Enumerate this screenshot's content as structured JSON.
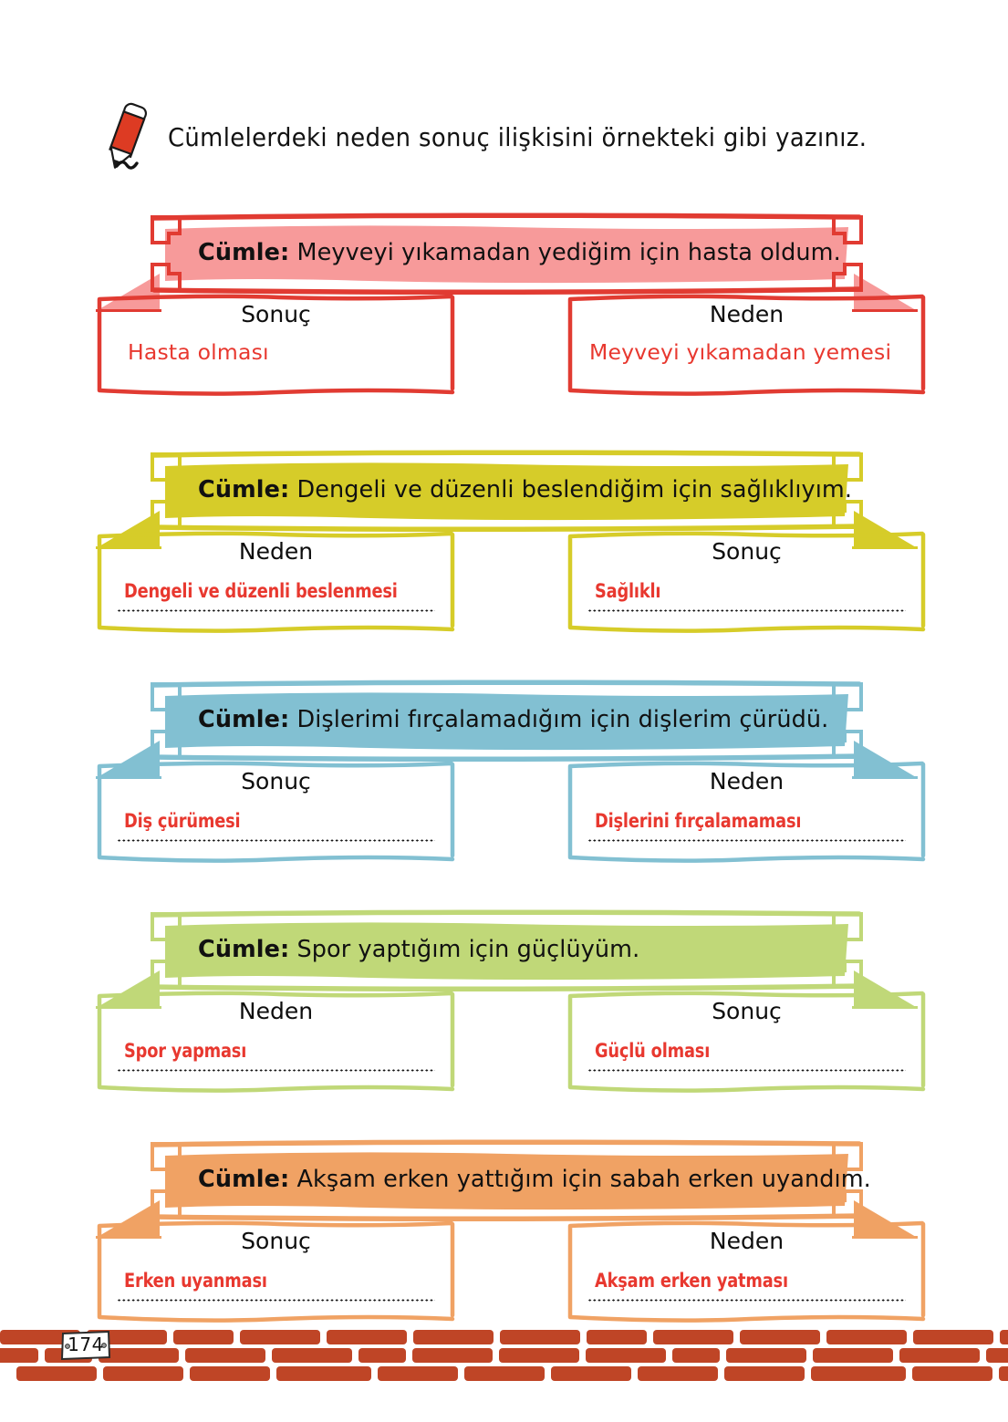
{
  "page": {
    "number": "174",
    "instruction": "Cümlelerdeki neden sonuç ilişkisini örnekteki gibi yazınız.",
    "pencil_icon": "pencil-icon",
    "cumle_label": "Cümle:"
  },
  "colors": {
    "red": "#E13B32",
    "red_fill": "#F79A9A",
    "yellow": "#D6CC29",
    "yellow_fill": "#D6CC29",
    "blue": "#82C0D2",
    "blue_fill": "#82C0D2",
    "green": "#C0D878",
    "green_fill": "#C0D878",
    "orange": "#F0A264",
    "orange_fill": "#F0A264",
    "answer_red": "#E8382F",
    "brick": "#BF4526",
    "brick_gap": "#FDF1E7"
  },
  "blocks": [
    {
      "id": "block-1-example",
      "color_key": "red",
      "stroke": "#E13B32",
      "fill": "#F79A9A",
      "is_example": true,
      "sentence": "Meyveyi yıkamadan yediğim için hasta oldum.",
      "left": {
        "title": "Sonuç",
        "answer": "Hasta olması",
        "has_rule": false
      },
      "right": {
        "title": "Neden",
        "answer": "Meyveyi yıkamadan yemesi",
        "has_rule": false
      }
    },
    {
      "id": "block-2",
      "color_key": "yellow",
      "stroke": "#D6CC29",
      "fill": "#D6CC29",
      "is_example": false,
      "sentence": "Dengeli ve düzenli beslendiğim için sağlıklıyım.",
      "left": {
        "title": "Neden",
        "answer": "Dengeli ve düzenli beslenmesi",
        "has_rule": true
      },
      "right": {
        "title": "Sonuç",
        "answer": "Sağlıklı",
        "has_rule": true
      }
    },
    {
      "id": "block-3",
      "color_key": "blue",
      "stroke": "#82C0D2",
      "fill": "#82C0D2",
      "is_example": false,
      "sentence": "Dişlerimi fırçalamadığım için dişlerim çürüdü.",
      "left": {
        "title": "Sonuç",
        "answer": "Diş çürümesi",
        "has_rule": true
      },
      "right": {
        "title": "Neden",
        "answer": "Dişlerini fırçalamaması",
        "has_rule": true
      }
    },
    {
      "id": "block-4",
      "color_key": "green",
      "stroke": "#C0D878",
      "fill": "#C0D878",
      "is_example": false,
      "sentence": "Spor yaptığım için güçlüyüm.",
      "left": {
        "title": "Neden",
        "answer": "Spor yapması",
        "has_rule": true
      },
      "right": {
        "title": "Sonuç",
        "answer": "Güçlü olması",
        "has_rule": true
      }
    },
    {
      "id": "block-5",
      "color_key": "orange",
      "stroke": "#F0A264",
      "fill": "#F0A264",
      "is_example": false,
      "sentence": "Akşam erken yattığım için sabah erken uyandım.",
      "left": {
        "title": "Sonuç",
        "answer": "Erken uyanması",
        "has_rule": true
      },
      "right": {
        "title": "Neden",
        "answer": "Akşam erken yatması",
        "has_rule": true
      }
    }
  ]
}
